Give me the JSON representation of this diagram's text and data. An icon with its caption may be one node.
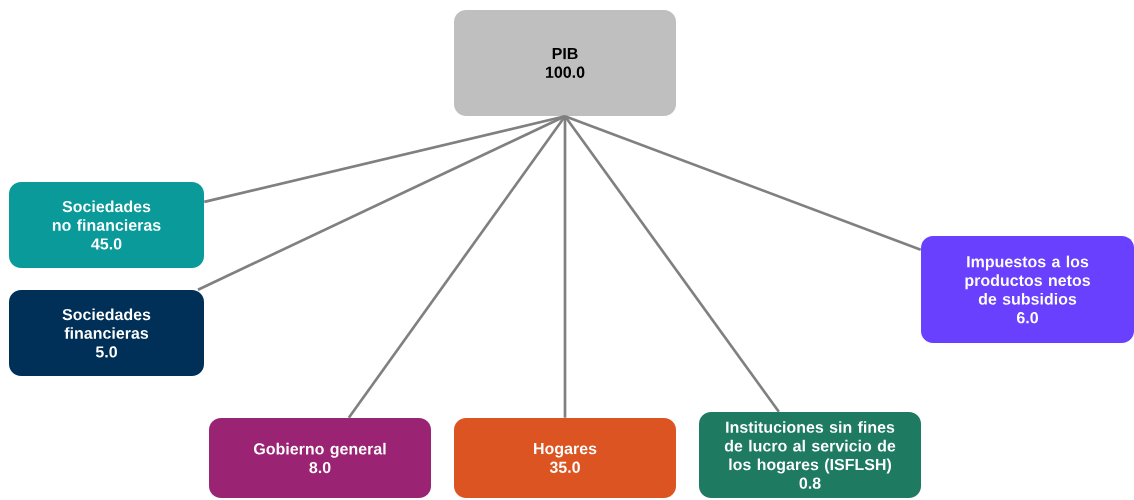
{
  "diagram": {
    "nodes": [
      {
        "text": [
          "PIB",
          "100.0"
        ]
      },
      {
        "text": [
          "Sociedades no financieras",
          "45.0"
        ]
      },
      {
        "text": [
          "Sociedades financieras",
          "5.0"
        ]
      },
      {
        "text": [
          "Impuestos a los productos netos de subsidios",
          "6.0"
        ]
      },
      {
        "text": [
          "Gobierno general",
          "8.0"
        ]
      },
      {
        "text": [
          "Hogares",
          "35.0"
        ]
      },
      {
        "text": [
          "Instituciones sin fines de lucro al servicio de los hogares (ISFLSH)",
          "0.8"
        ]
      }
    ],
    "edges": [
      {
        "from": 0,
        "to": 1,
        "arrow": "none"
      },
      {
        "from": 0,
        "to": 2,
        "arrow": "none"
      },
      {
        "from": 0,
        "to": 4,
        "arrow": "none"
      },
      {
        "from": 0,
        "to": 5,
        "arrow": "none"
      },
      {
        "from": 0,
        "to": 6,
        "arrow": "none"
      },
      {
        "from": 0,
        "to": 3,
        "arrow": "none"
      }
    ]
  }
}
